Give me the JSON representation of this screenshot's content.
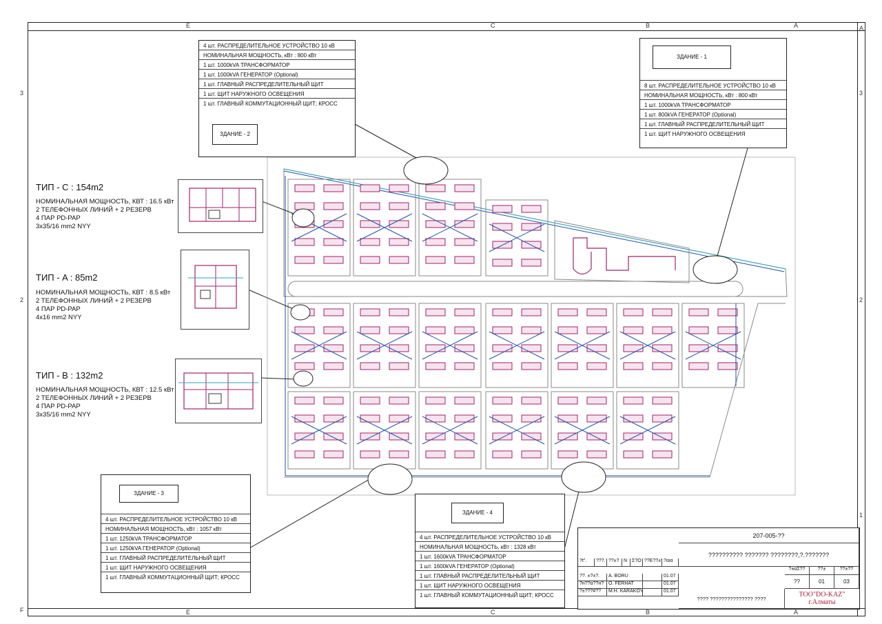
{
  "zones": {
    "top": [
      "E",
      "C",
      "B",
      "A"
    ],
    "bottom": [
      "E",
      "C",
      "B",
      "A"
    ],
    "left": [
      "3",
      "2",
      "F"
    ],
    "right": [
      "A",
      "3",
      "2",
      "1"
    ]
  },
  "building2": {
    "label": "ЗДАНИЕ - 2",
    "lines": [
      "4 шт. РАСПРЕДЕЛИТЕЛЬНОЕ УСТРОЙСТВО 10 кВ",
      "НОМИНАЛЬНАЯ МОЩНОСТЬ, кВт : 800 кВт",
      "1 шт. 1000kVA ТРАНСФОРМАТОР",
      "1 шт. 1000kVA ГЕНЕРАТОР (Optional)",
      "1 шт. ГЛАВНЫЙ РАСПРЕДЕЛИТЕЛЬНЫЙ ЩИТ",
      "1 шт. ЩИТ НАРУЖНОГО ОСВЕЩЕНИЯ",
      "1 шт. ГЛАВНЫЙ КОММУТАЦИОННЫЙ ЩИТ; КРОСС"
    ]
  },
  "building1": {
    "label": "ЗДАНИЕ - 1",
    "lines": [
      "8 шт. РАСПРЕДЕЛИТЕЛЬНОЕ УСТРОЙСТВО 10 кВ",
      "НОМИНАЛЬНАЯ МОЩНОСТЬ, кВт : 800 кВт",
      "1 шт. 1000kVA ТРАНСФОРМАТОР",
      "1 шт. 800kVA ГЕНЕРАТОР (Optional)",
      "1 шт. ГЛАВНЫЙ РАСПРЕДЕЛИТЕЛЬНЫЙ ЩИТ",
      "1 шт. ЩИТ НАРУЖНОГО ОСВЕЩЕНИЯ"
    ]
  },
  "building3": {
    "label": "ЗДАНИЕ - 3",
    "lines": [
      "4 шт. РАСПРЕДЕЛИТЕЛЬНОЕ УСТРОЙСТВО 10 кВ",
      "НОМИНАЛЬНАЯ МОЩНОСТЬ, кВт : 1057 кВт",
      "1 шт. 1250kVA ТРАНСФОРМАТОР",
      "1 шт. 1250kVA ГЕНЕРАТОР (Optional)",
      "1 шт. ГЛАВНЫЙ РАСПРЕДЕЛИТЕЛЬНЫЙ ЩИТ",
      "1 шт. ЩИТ НАРУЖНОГО ОСВЕЩЕНИЯ",
      "1 шт. ГЛАВНЫЙ КОММУТАЦИОННЫЙ ЩИТ; КРОСС"
    ]
  },
  "building4": {
    "label": "ЗДАНИЕ - 4",
    "lines": [
      "4 шт. РАСПРЕДЕЛИТЕЛЬНОЕ УСТРОЙСТВО 10 кВ",
      "НОМИНАЛЬНАЯ МОЩНОСТЬ, кВт : 1328 кВт",
      "1 шт. 1600kVA ТРАНСФОРМАТОР",
      "1 шт. 1600kVA ГЕНЕРАТОР (Optional)",
      "1 шт. ГЛАВНЫЙ РАСПРЕДЕЛИТЕЛЬНЫЙ ЩИТ",
      "1 шт. ЩИТ НАРУЖНОГО ОСВЕЩЕНИЯ",
      "1 шт. ГЛАВНЫЙ КОММУТАЦИОННЫЙ ЩИТ; КРОСС"
    ]
  },
  "typeC": {
    "title": "ТИП - C  : 154m2",
    "power": "НОМИНАЛЬНАЯ МОЩНОСТЬ, КВТ  :  16.5 кВт",
    "phones": "2 ТЕЛЕФОННЫХ ЛИНИЙ + 2 РЕЗЕРВ",
    "pairs": "4 ПАР PD-PAP",
    "cable": "3x35/16 mm2 NYY"
  },
  "typeA": {
    "title": "ТИП - A  : 85m2",
    "power": "НОМИНАЛЬНАЯ МОЩНОСТЬ, КВТ  :  8.5 кВт",
    "phones": "2 ТЕЛЕФОННЫХ ЛИНИЙ + 2 РЕЗЕРВ",
    "pairs": "4 ПАР PD-PAP",
    "cable": "4x16 mm2 NYY"
  },
  "typeB": {
    "title": "ТИП - B  : 132m2",
    "power": "НОМИНАЛЬНАЯ МОЩНОСТЬ, КВТ  :  12.5 кВт",
    "phones": "2 ТЕЛЕФОННЫХ ЛИНИЙ + 2 РЕЗЕРВ",
    "pairs": "4 ПАР PD-PAP",
    "cable": "3x35/16 mm2 NYY"
  },
  "titleblock": {
    "code": "207-005-??",
    "title": "?????????? ??????? ????????,?.???????",
    "col_headers": [
      "?t\".",
      "???.",
      "??±?",
      "N",
      "Σ?Ö",
      "??Ε??±?",
      "?αια"
    ],
    "sheet_headers": [
      "?±αΣ??",
      "??±",
      "??±??"
    ],
    "sheet_values": [
      "??",
      "01",
      "03"
    ],
    "rows": [
      {
        "role": "??. ±?±?.",
        "name": "A. BORU",
        "date": "01.07"
      },
      {
        "role": "?н??α??н?",
        "name": "O. FERHAT",
        "date": "01.07"
      },
      {
        "role": "?±???#??",
        "name": "M.H. KARAKOYUN",
        "date": "01.07"
      }
    ],
    "drawing_title": "???? ??????????????? ????",
    "company": "ТОО\"DO-KAZ\"",
    "city": "г.Алматы"
  },
  "colors": {
    "cable_blue": "#1f4fa8",
    "house_magenta": "#a0226b",
    "road_gray": "#8a8a8a",
    "cyan": "#2aa6b8"
  }
}
